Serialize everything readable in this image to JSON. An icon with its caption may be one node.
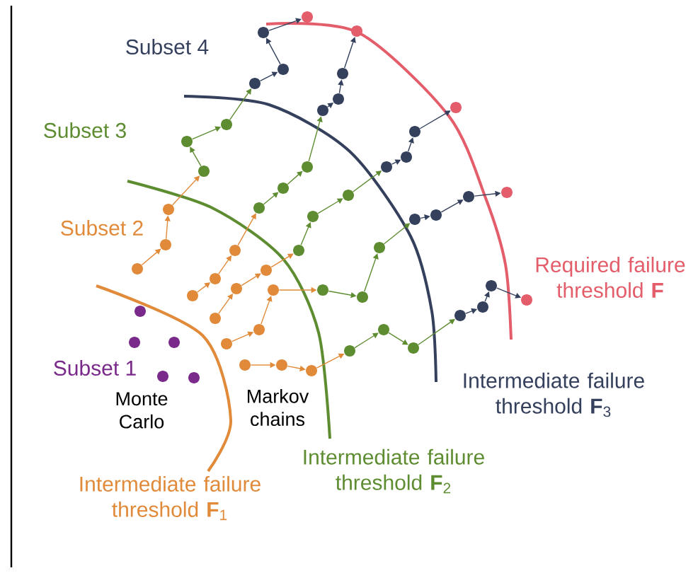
{
  "diagram": {
    "nodes": [
      {
        "text": [],
        "shape": "circle"
      },
      {
        "text": [],
        "shape": "circle"
      },
      {
        "text": [],
        "shape": "circle"
      },
      {
        "text": [],
        "shape": "circle"
      },
      {
        "text": [],
        "shape": "circle"
      },
      {
        "text": [],
        "shape": "circle"
      },
      {
        "text": [],
        "shape": "circle"
      },
      {
        "text": [],
        "shape": "circle"
      },
      {
        "text": [],
        "shape": "circle"
      },
      {
        "text": [],
        "shape": "circle"
      },
      {
        "text": [],
        "shape": "circle"
      },
      {
        "text": [],
        "shape": "circle"
      },
      {
        "text": [],
        "shape": "circle"
      },
      {
        "text": [],
        "shape": "circle"
      },
      {
        "text": [],
        "shape": "circle"
      },
      {
        "text": [],
        "shape": "circle"
      },
      {
        "text": [],
        "shape": "circle"
      },
      {
        "text": [],
        "shape": "circle"
      },
      {
        "text": [],
        "shape": "circle"
      },
      {
        "text": [],
        "shape": "circle"
      },
      {
        "text": [],
        "shape": "circle"
      },
      {
        "text": [],
        "shape": "circle"
      },
      {
        "text": [],
        "shape": "circle"
      },
      {
        "text": [],
        "shape": "circle"
      },
      {
        "text": [],
        "shape": "circle"
      },
      {
        "text": [],
        "shape": "circle"
      },
      {
        "text": [],
        "shape": "circle"
      },
      {
        "text": [],
        "shape": "circle"
      },
      {
        "text": [],
        "shape": "circle"
      },
      {
        "text": [],
        "shape": "circle"
      },
      {
        "text": [],
        "shape": "circle"
      },
      {
        "text": [],
        "shape": "circle"
      },
      {
        "text": [],
        "shape": "circle"
      },
      {
        "text": [],
        "shape": "circle"
      },
      {
        "text": [],
        "shape": "circle"
      },
      {
        "text": [],
        "shape": "circle"
      },
      {
        "text": [],
        "shape": "circle"
      },
      {
        "text": [],
        "shape": "circle"
      },
      {
        "text": [],
        "shape": "circle"
      },
      {
        "text": [],
        "shape": "circle"
      },
      {
        "text": [],
        "shape": "circle"
      },
      {
        "text": [],
        "shape": "circle"
      },
      {
        "text": [],
        "shape": "circle"
      },
      {
        "text": [],
        "shape": "circle"
      },
      {
        "text": [],
        "shape": "circle"
      },
      {
        "text": [],
        "shape": "circle"
      },
      {
        "text": [],
        "shape": "circle"
      },
      {
        "text": [],
        "shape": "circle"
      },
      {
        "text": [],
        "shape": "circle"
      },
      {
        "text": [],
        "shape": "circle"
      },
      {
        "text": [],
        "shape": "circle"
      },
      {
        "text": [],
        "shape": "circle"
      },
      {
        "text": [],
        "shape": "circle"
      },
      {
        "text": [],
        "shape": "circle"
      },
      {
        "text": [],
        "shape": "circle"
      }
    ],
    "edges": [
      {
        "from": 5,
        "to": 6,
        "arrow": "to",
        "color": "#e08a3a"
      },
      {
        "from": 6,
        "to": 7,
        "arrow": "to",
        "color": "#e08a3a"
      },
      {
        "from": 7,
        "to": 8,
        "arrow": "to",
        "color": "#e08a3a"
      },
      {
        "from": 8,
        "to": 9,
        "arrow": "to",
        "color": "#5e8c31"
      },
      {
        "from": 9,
        "to": 10,
        "arrow": "to",
        "color": "#5e8c31"
      },
      {
        "from": 10,
        "to": 11,
        "arrow": "to",
        "color": "#5e8c31"
      },
      {
        "from": 11,
        "to": 12,
        "arrow": "to",
        "color": "#34405c"
      },
      {
        "from": 12,
        "to": 13,
        "arrow": "to",
        "color": "#34405c"
      },
      {
        "from": 13,
        "to": 14,
        "arrow": "to",
        "color": "#34405c"
      },
      {
        "from": 15,
        "to": 16,
        "arrow": "to",
        "color": "#e08a3a"
      },
      {
        "from": 16,
        "to": 17,
        "arrow": "to",
        "color": "#e08a3a"
      },
      {
        "from": 17,
        "to": 18,
        "arrow": "to",
        "color": "#e08a3a"
      },
      {
        "from": 18,
        "to": 19,
        "arrow": "to",
        "color": "#5e8c31"
      },
      {
        "from": 19,
        "to": 20,
        "arrow": "to",
        "color": "#5e8c31"
      },
      {
        "from": 20,
        "to": 21,
        "arrow": "to",
        "color": "#5e8c31"
      },
      {
        "from": 21,
        "to": 22,
        "arrow": "to",
        "color": "#34405c"
      },
      {
        "from": 22,
        "to": 23,
        "arrow": "to",
        "color": "#34405c"
      },
      {
        "from": 23,
        "to": 24,
        "arrow": "to",
        "color": "#34405c"
      },
      {
        "from": 25,
        "to": 26,
        "arrow": "to",
        "color": "#e08a3a"
      },
      {
        "from": 26,
        "to": 27,
        "arrow": "to",
        "color": "#e08a3a"
      },
      {
        "from": 27,
        "to": 28,
        "arrow": "to",
        "color": "#e08a3a"
      },
      {
        "from": 28,
        "to": 29,
        "arrow": "to",
        "color": "#5e8c31"
      },
      {
        "from": 29,
        "to": 30,
        "arrow": "to",
        "color": "#5e8c31"
      },
      {
        "from": 30,
        "to": 31,
        "arrow": "to",
        "color": "#5e8c31"
      },
      {
        "from": 31,
        "to": 32,
        "arrow": "to",
        "color": "#34405c"
      },
      {
        "from": 32,
        "to": 33,
        "arrow": "to",
        "color": "#34405c"
      },
      {
        "from": 33,
        "to": 34,
        "arrow": "to",
        "color": "#34405c"
      },
      {
        "from": 35,
        "to": 36,
        "arrow": "to",
        "color": "#e08a3a"
      },
      {
        "from": 36,
        "to": 37,
        "arrow": "to",
        "color": "#e08a3a"
      },
      {
        "from": 37,
        "to": 38,
        "arrow": "to",
        "color": "#e08a3a"
      },
      {
        "from": 38,
        "to": 39,
        "arrow": "to",
        "color": "#5e8c31"
      },
      {
        "from": 39,
        "to": 40,
        "arrow": "to",
        "color": "#5e8c31"
      },
      {
        "from": 40,
        "to": 41,
        "arrow": "to",
        "color": "#5e8c31"
      },
      {
        "from": 41,
        "to": 42,
        "arrow": "to",
        "color": "#34405c"
      },
      {
        "from": 42,
        "to": 43,
        "arrow": "to",
        "color": "#34405c"
      },
      {
        "from": 43,
        "to": 44,
        "arrow": "to",
        "color": "#34405c"
      },
      {
        "from": 45,
        "to": 46,
        "arrow": "to",
        "color": "#e08a3a"
      },
      {
        "from": 46,
        "to": 47,
        "arrow": "to",
        "color": "#e08a3a"
      },
      {
        "from": 47,
        "to": 48,
        "arrow": "to",
        "color": "#e08a3a"
      },
      {
        "from": 48,
        "to": 49,
        "arrow": "to",
        "color": "#5e8c31"
      },
      {
        "from": 49,
        "to": 50,
        "arrow": "to",
        "color": "#5e8c31"
      },
      {
        "from": 50,
        "to": 51,
        "arrow": "to",
        "color": "#5e8c31"
      },
      {
        "from": 51,
        "to": 52,
        "arrow": "to",
        "color": "#34405c"
      },
      {
        "from": 52,
        "to": 53,
        "arrow": "to",
        "color": "#34405c"
      },
      {
        "from": 53,
        "to": 54,
        "arrow": "to",
        "color": "#34405c"
      }
    ],
    "labels": [
      "Subset 4",
      "Subset 3",
      "Subset 2",
      "Required failure threshold **F**",
      "Subset 1",
      "Monte Carlo",
      "Markov chains",
      "Intermediate failure threshold **F**$_{3}$",
      "Intermediate failure threshold **F**$_{2}$",
      "Intermediate failure threshold **F**$_{1}$"
    ]
  }
}
